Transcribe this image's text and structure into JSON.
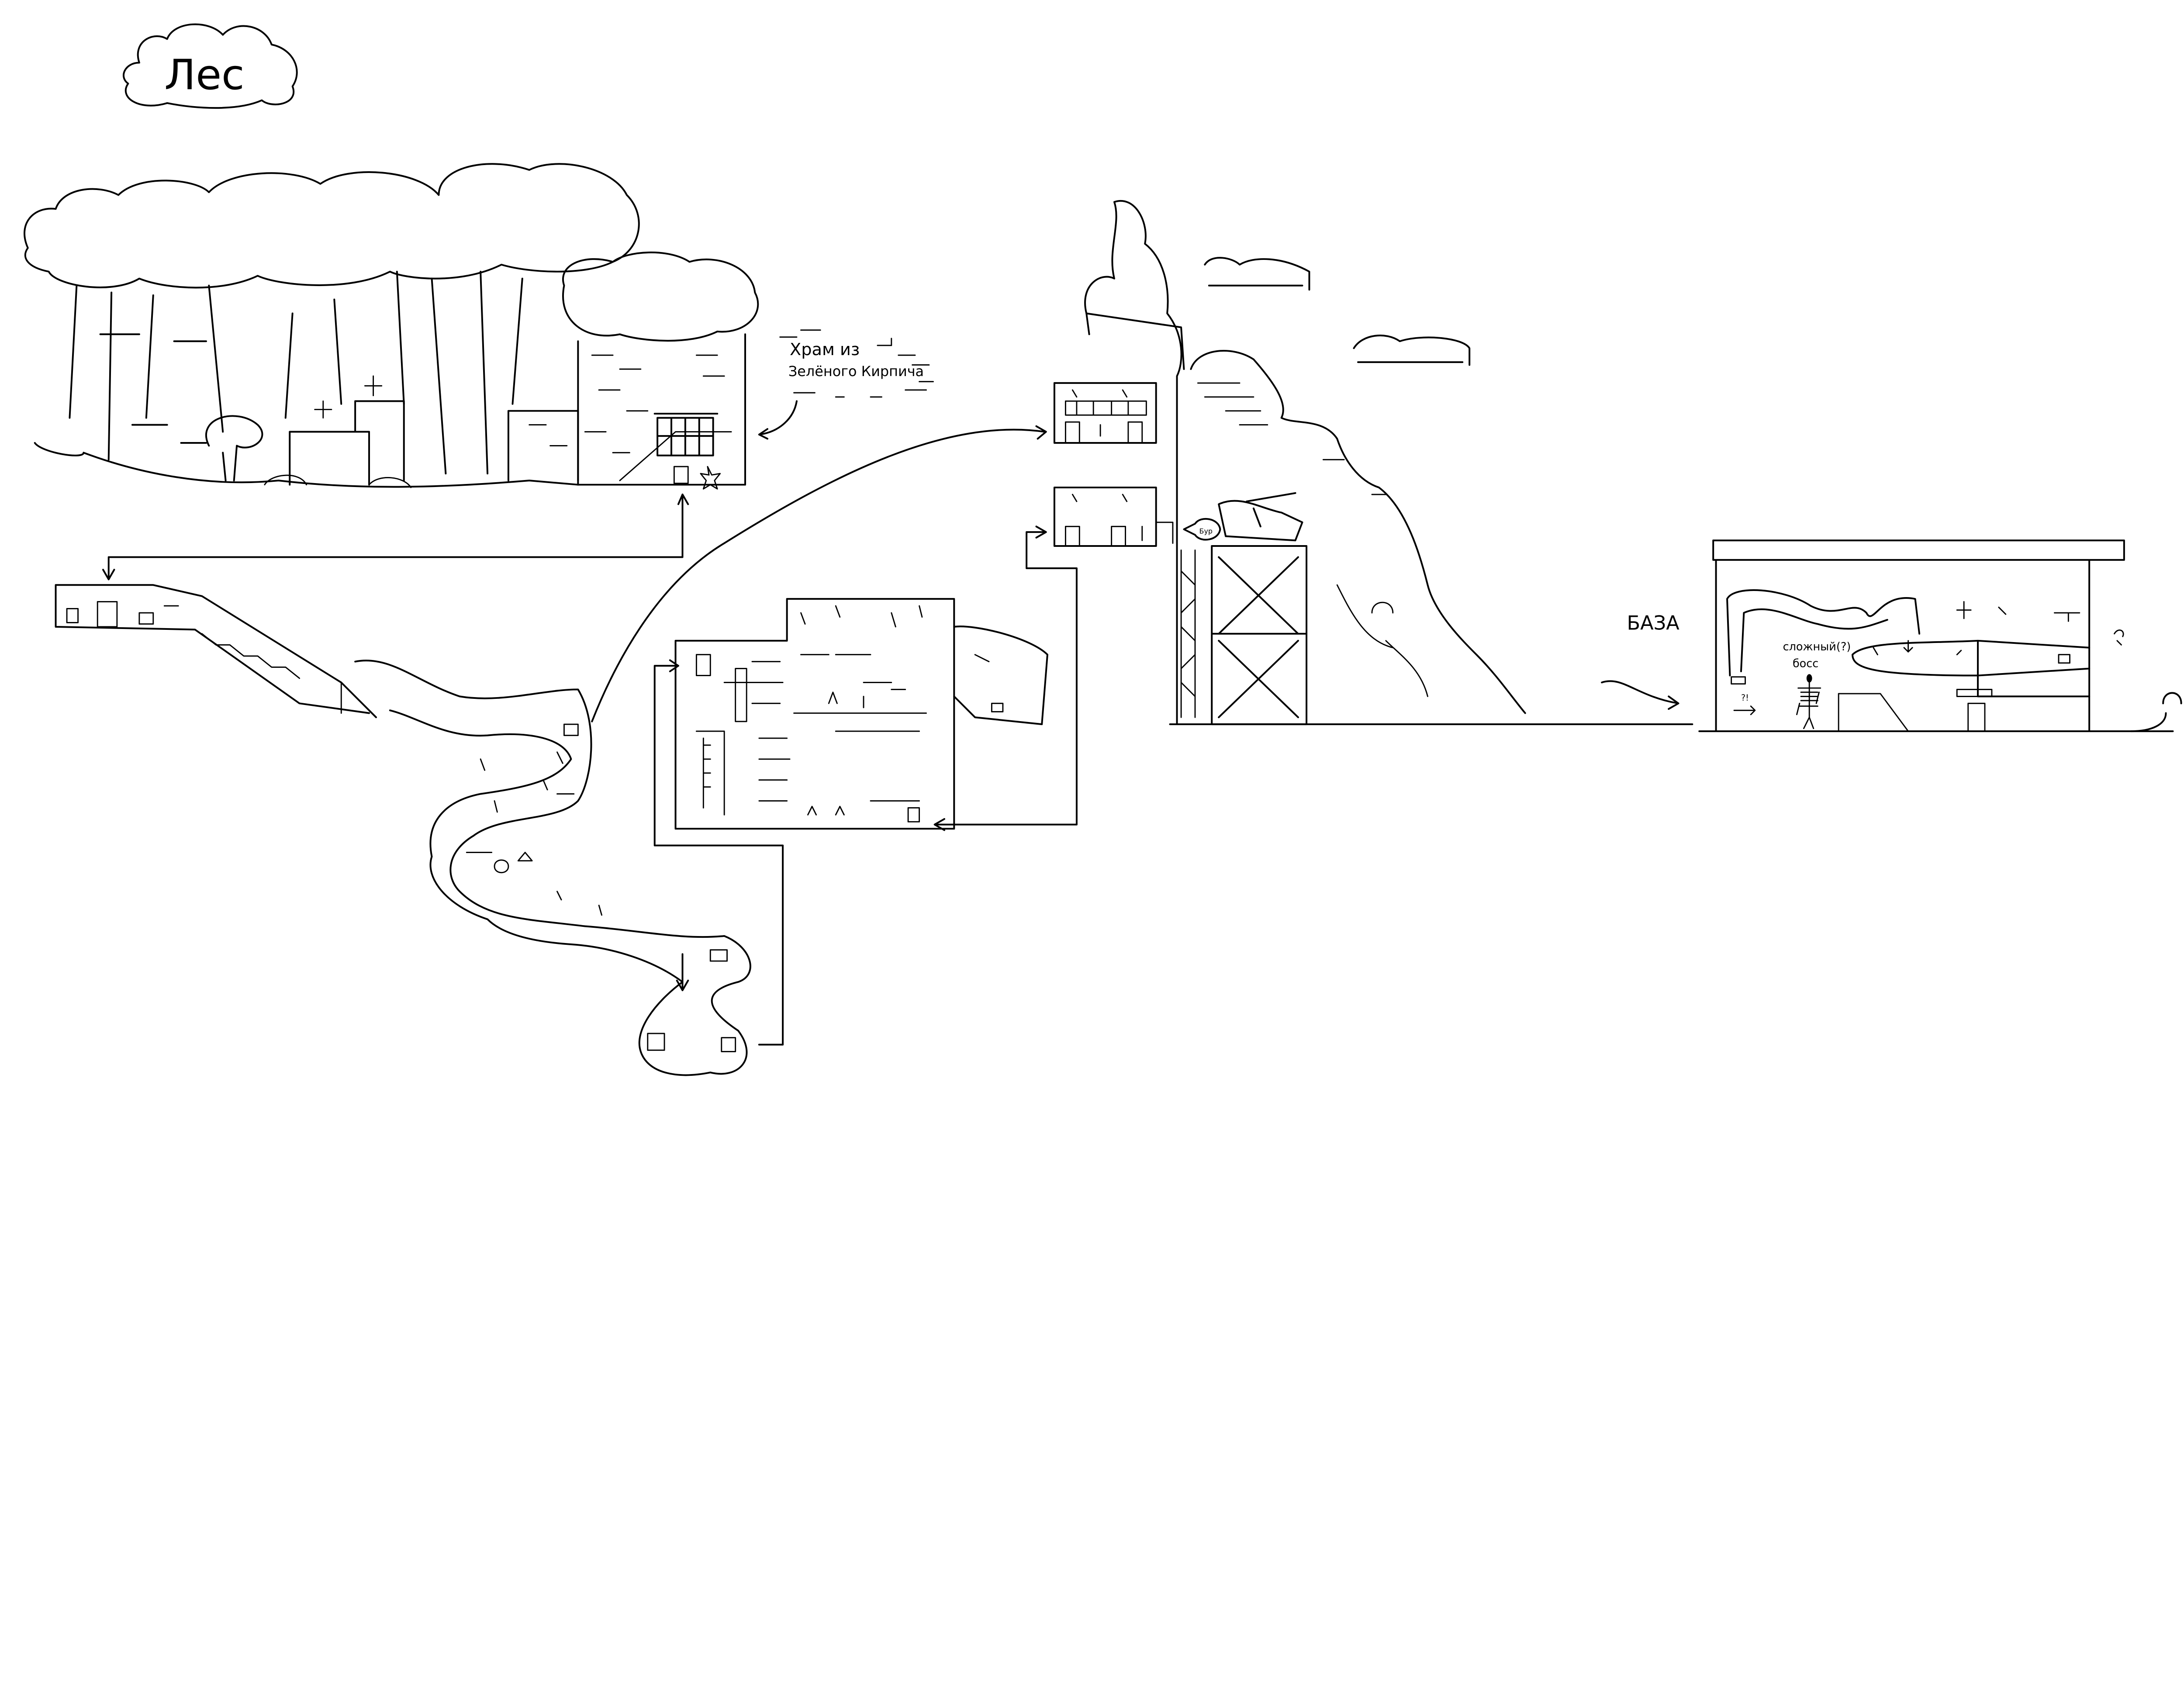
{
  "title": "Лес",
  "labels": {
    "temple_line1": "Храм из",
    "temple_line2": "Зелёного Кирпича",
    "drill_sign": "Бур",
    "base": "БАЗА",
    "boss_line1": "сложный(?)",
    "boss_line2": "босс",
    "exclaim": "?!"
  },
  "colors": {
    "ink": "#000000",
    "paper": "#ffffff"
  }
}
